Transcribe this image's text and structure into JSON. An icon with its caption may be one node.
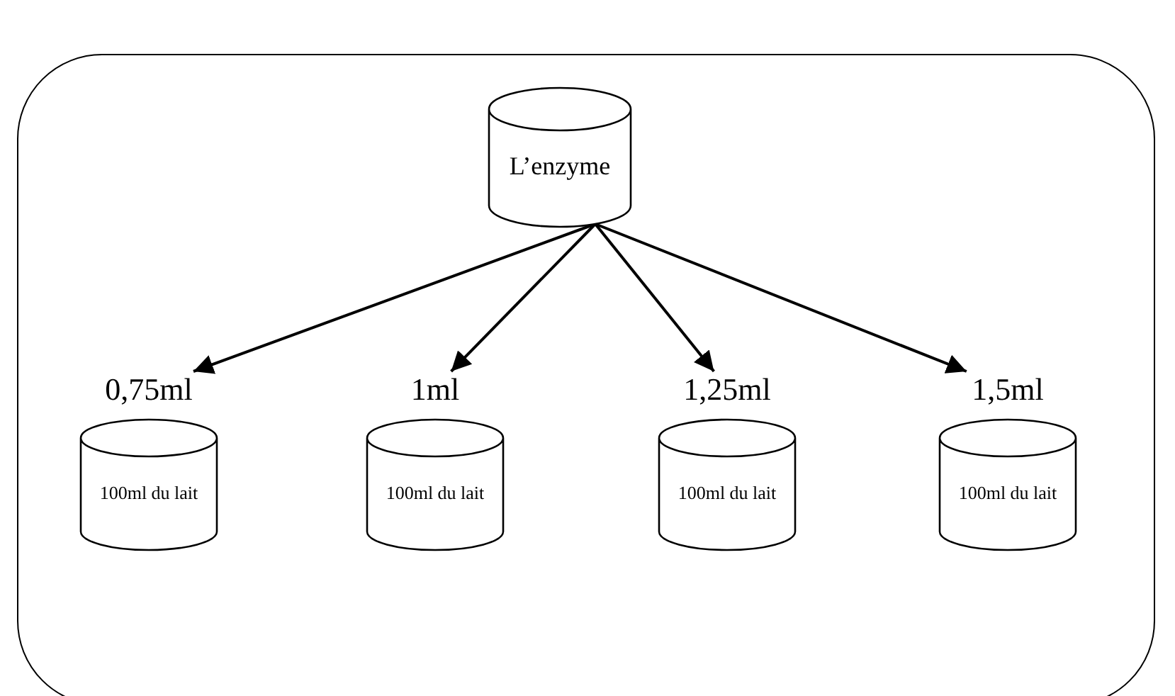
{
  "diagram": {
    "nodes": [
      {
        "text": [
          "L’enzyme"
        ]
      },
      {
        "text": [
          "0,75ml",
          "100ml du lait"
        ]
      },
      {
        "text": [
          "1ml",
          "100ml du lait"
        ]
      },
      {
        "text": [
          "1,25ml",
          "100ml du lait"
        ]
      },
      {
        "text": [
          "1,5ml",
          "100ml du lait"
        ]
      }
    ],
    "edges": [
      {
        "from": 0,
        "to": 1,
        "arrow": "to"
      },
      {
        "from": 0,
        "to": 2,
        "arrow": "to"
      },
      {
        "from": 0,
        "to": 3,
        "arrow": "to"
      },
      {
        "from": 0,
        "to": 4,
        "arrow": "to"
      }
    ]
  }
}
